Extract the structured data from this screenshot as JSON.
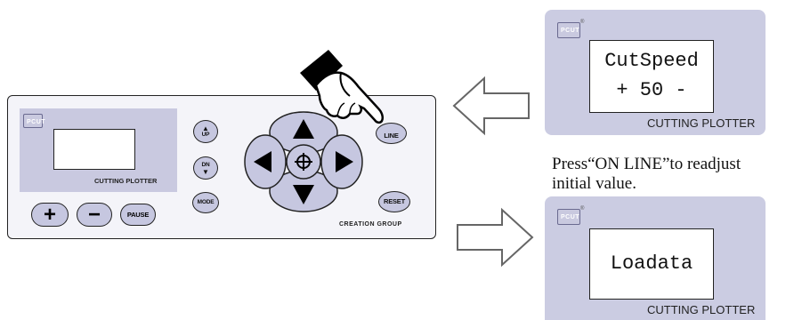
{
  "main_panel": {
    "brand_caption": "CUTTING PLOTTER",
    "group_caption": "CREATION GROUP",
    "buttons": {
      "up": "UP",
      "dn": "DN",
      "mode": "MODE",
      "on_line": "LINE",
      "reset": "RESET",
      "pause": "PAUSE",
      "plus": "+",
      "minus": "−"
    }
  },
  "top_display": {
    "line1": "CutSpeed",
    "line2": "+ 50 -",
    "caption": "CUTTING PLOTTER"
  },
  "bottom_display": {
    "line1": "Loadata",
    "caption": "CUTTING PLOTTER"
  },
  "note": {
    "line1": "Press“ON LINE”to readjust",
    "line2": "initial value."
  }
}
